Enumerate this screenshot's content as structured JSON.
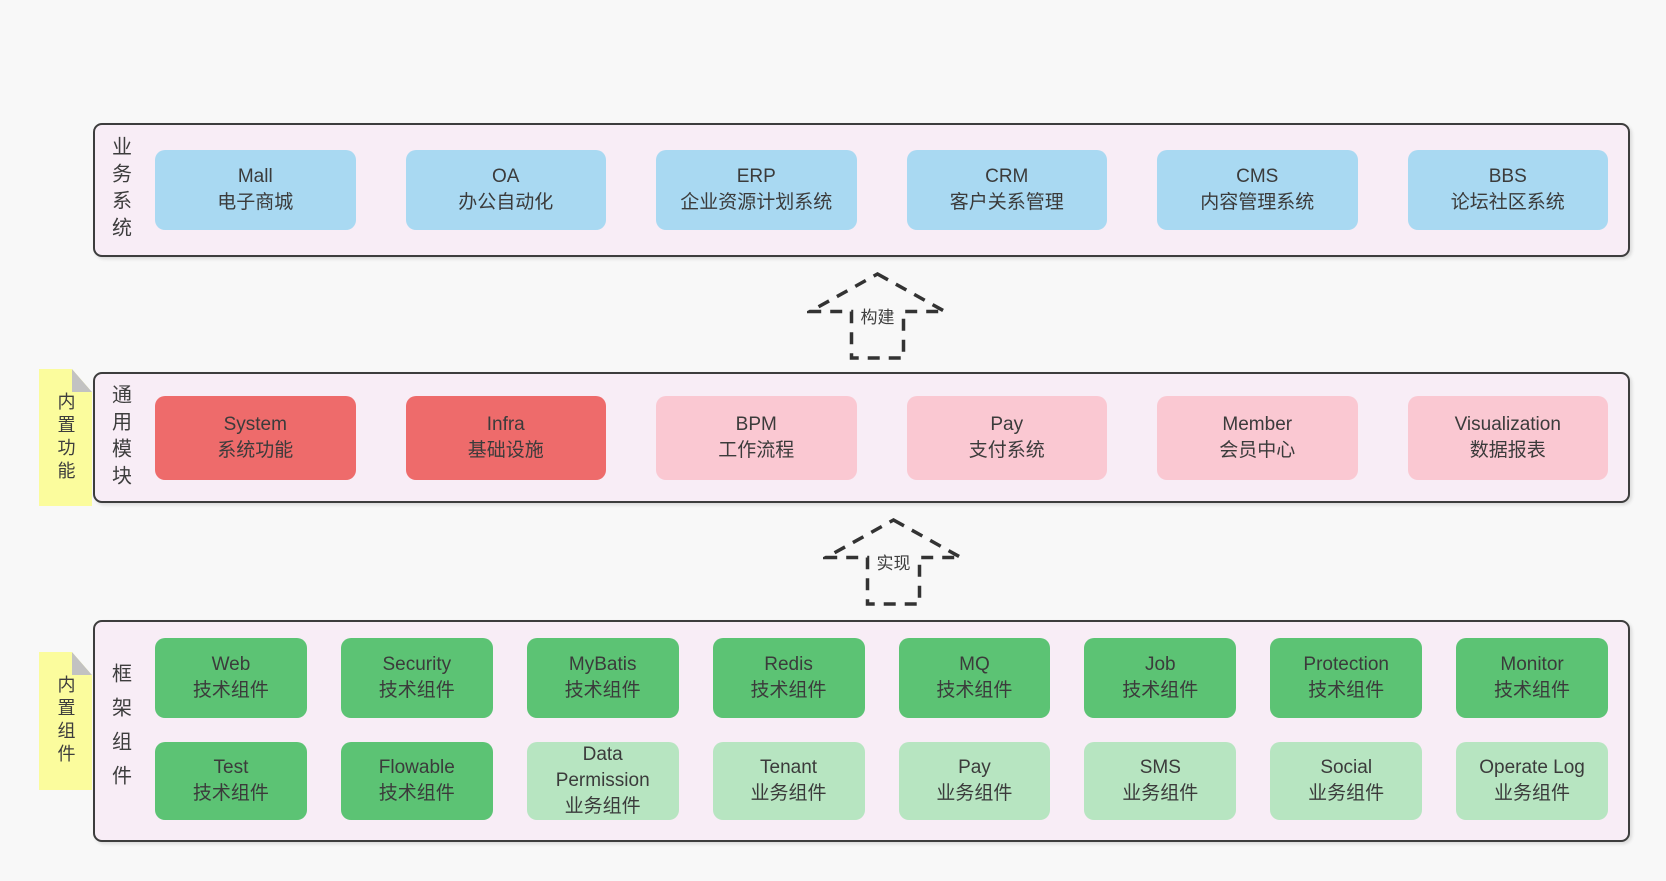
{
  "colors": {
    "page_bg": "#f8f8f8",
    "band_bg": "#f8edf6",
    "line": "#3d3d3d",
    "box_blue": "#a9d9f2",
    "box_red": "#ee6b6b",
    "box_pink": "#fac8d2",
    "box_green": "#5cc374",
    "box_lightgreen": "#b7e5c1",
    "note_yellow": "#fbfc9d",
    "fold_gray": "#c2c2c2"
  },
  "arrows": [
    {
      "label": "构建"
    },
    {
      "label": "实现"
    }
  ],
  "bands": [
    {
      "label": "业务系统",
      "items": [
        {
          "title": "Mall",
          "subtitle": "电子商城"
        },
        {
          "title": "OA",
          "subtitle": "办公自动化"
        },
        {
          "title": "ERP",
          "subtitle": "企业资源计划系统"
        },
        {
          "title": "CRM",
          "subtitle": "客户关系管理"
        },
        {
          "title": "CMS",
          "subtitle": "内容管理系统"
        },
        {
          "title": "BBS",
          "subtitle": "论坛社区系统"
        }
      ]
    },
    {
      "label": "通用模块",
      "note": "内置功能",
      "items": [
        {
          "title": "System",
          "subtitle": "系统功能"
        },
        {
          "title": "Infra",
          "subtitle": "基础设施"
        },
        {
          "title": "BPM",
          "subtitle": "工作流程"
        },
        {
          "title": "Pay",
          "subtitle": "支付系统"
        },
        {
          "title": "Member",
          "subtitle": "会员中心"
        },
        {
          "title": "Visualization",
          "subtitle": "数据报表"
        }
      ]
    },
    {
      "label": "框架组件",
      "note": "内置组件",
      "rows": [
        [
          {
            "title": "Web",
            "subtitle": "技术组件"
          },
          {
            "title": "Security",
            "subtitle": "技术组件"
          },
          {
            "title": "MyBatis",
            "subtitle": "技术组件"
          },
          {
            "title": "Redis",
            "subtitle": "技术组件"
          },
          {
            "title": "MQ",
            "subtitle": "技术组件"
          },
          {
            "title": "Job",
            "subtitle": "技术组件"
          },
          {
            "title": "Protection",
            "subtitle": "技术组件"
          },
          {
            "title": "Monitor",
            "subtitle": "技术组件"
          }
        ],
        [
          {
            "title": "Test",
            "subtitle": "技术组件"
          },
          {
            "title": "Flowable",
            "subtitle": "技术组件"
          },
          {
            "title": "Data Permission",
            "subtitle": "业务组件"
          },
          {
            "title": "Tenant",
            "subtitle": "业务组件"
          },
          {
            "title": "Pay",
            "subtitle": "业务组件"
          },
          {
            "title": "SMS",
            "subtitle": "业务组件"
          },
          {
            "title": "Social",
            "subtitle": "业务组件"
          },
          {
            "title": "Operate Log",
            "subtitle": "业务组件"
          }
        ]
      ]
    }
  ]
}
